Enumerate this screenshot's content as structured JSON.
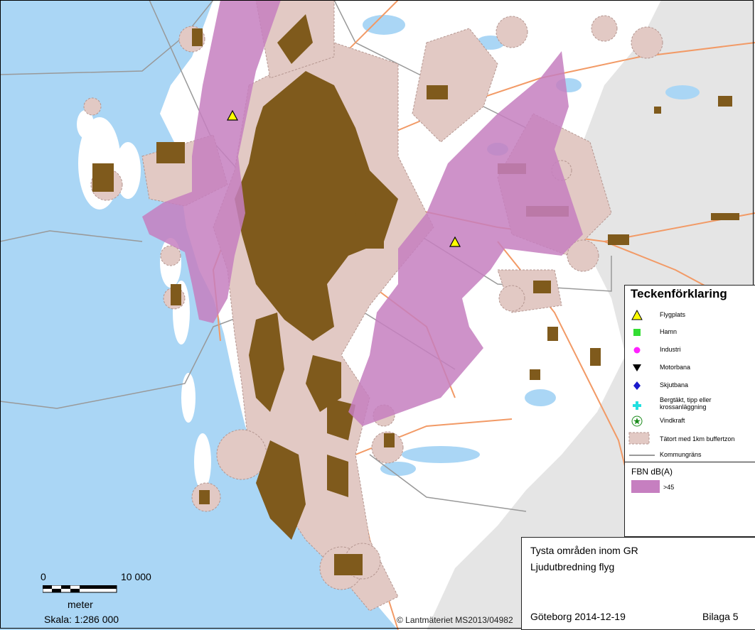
{
  "legend": {
    "title": "Teckenförklaring",
    "items": [
      {
        "label": "Flygplats",
        "icon": "yellow-triangle-icon",
        "color": "#ffff00"
      },
      {
        "label": "Hamn",
        "icon": "green-square-icon",
        "color": "#33dd33"
      },
      {
        "label": "Industri",
        "icon": "magenta-circle-icon",
        "color": "#ff22ff"
      },
      {
        "label": "Motorbana",
        "icon": "black-triangle-down-icon",
        "color": "#000000"
      },
      {
        "label": "Skjutbana",
        "icon": "blue-diamond-icon",
        "color": "#1a1acc"
      },
      {
        "label_line1": "Bergtäkt, tipp eller",
        "label_line2": "krossanläggning",
        "icon": "cyan-cross-icon",
        "color": "#22e0e0"
      },
      {
        "label": "Vindkraft",
        "icon": "green-star-icon",
        "color": "#1a8a1a"
      },
      {
        "label": "Tätort med 1km buffertzon",
        "icon": "buffer-zone-icon",
        "color": "#e2c9c4"
      },
      {
        "label": "Kommungräns",
        "icon": "boundary-line-icon",
        "color": "#999999"
      }
    ]
  },
  "fbn": {
    "title": "FBN dB(A)",
    "label": ">45",
    "color": "#c67fc0"
  },
  "title_block": {
    "title": "Tysta områden inom GR",
    "subtitle": "Ljudutbredning flyg",
    "date": "Göteborg 2014-12-19",
    "annex": "Bilaga 5"
  },
  "scale_bar": {
    "start_label": "0",
    "end_label": "10 000",
    "unit": "meter",
    "scale_text": "Skala: 1:286 000"
  },
  "copyright": "© Lantmäteriet MS2013/04982",
  "colors": {
    "sea": "#aad6f5",
    "land": "#ffffff",
    "outer_region": "#e5e5e5",
    "urban": "#7f5a1c",
    "buffer": "#e2c9c4",
    "noise": "#c67fc0",
    "road": "#f29a66",
    "boundary": "#999999"
  },
  "airports": [
    {
      "name": "airport-north"
    },
    {
      "name": "airport-east"
    }
  ]
}
